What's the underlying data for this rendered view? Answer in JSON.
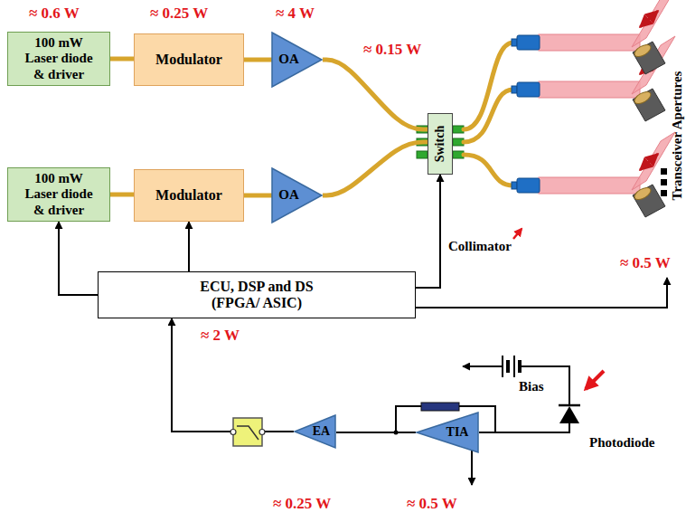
{
  "diagram": {
    "nodes": [
      {
        "text": [
          "100 mW Laser diode & driver"
        ]
      },
      {
        "text": [
          "Modulator"
        ]
      },
      {
        "text": [
          "OA"
        ]
      },
      {
        "text": [
          "100 mW Laser diode & driver"
        ]
      },
      {
        "text": [
          "Modulator"
        ]
      },
      {
        "text": [
          "OA"
        ]
      },
      {
        "text": [
          "Switch"
        ]
      },
      {
        "text": [
          "ECU, DSP and DS (FPGA/ ASIC)"
        ]
      },
      {
        "text": [
          "EA"
        ]
      },
      {
        "text": [
          "TIA"
        ]
      }
    ],
    "edges": [
      {
        "from": 0,
        "to": 1,
        "arrow": "none"
      },
      {
        "from": 1,
        "to": 2,
        "arrow": "none"
      },
      {
        "from": 3,
        "to": 4,
        "arrow": "none"
      },
      {
        "from": 4,
        "to": 5,
        "arrow": "none"
      },
      {
        "from": 2,
        "to": 6,
        "arrow": "none"
      },
      {
        "from": 5,
        "to": 6,
        "arrow": "none"
      },
      {
        "from": 7,
        "to": 3,
        "arrow": "to"
      },
      {
        "from": 7,
        "to": 4,
        "arrow": "to"
      },
      {
        "from": 7,
        "to": 6,
        "arrow": "to"
      },
      {
        "from": 9,
        "to": 8,
        "arrow": "none"
      },
      {
        "from": 8,
        "to": 7,
        "arrow": "to"
      }
    ],
    "labels": [
      "≈ 0.6 W",
      "≈ 0.25 W",
      "≈ 4 W",
      "≈ 0.15 W",
      "Transceiver Apertures",
      "Collimator",
      "≈ 0.5 W",
      "≈ 2 W",
      "Bias",
      "Photodiode",
      "≈ 0.25 W",
      "≈ 0.5 W"
    ]
  }
}
